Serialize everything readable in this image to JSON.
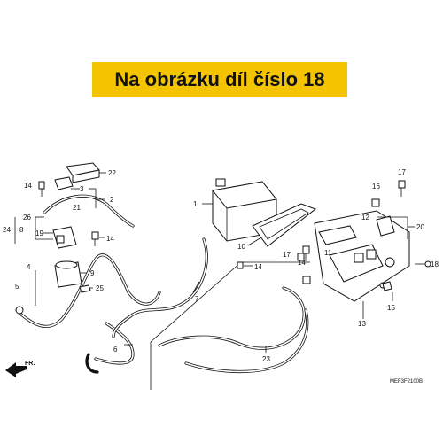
{
  "banner": {
    "text": "Na obrázku díl číslo 18",
    "color": "#f5c400"
  },
  "diagram": {
    "code": "MEF3F2100B",
    "direction": "FR.",
    "callouts": [
      "1",
      "2",
      "3",
      "4",
      "5",
      "6",
      "7",
      "8",
      "9",
      "10",
      "11",
      "12",
      "13",
      "14",
      "14",
      "14",
      "14",
      "15",
      "16",
      "17",
      "17",
      "18",
      "19",
      "20",
      "21",
      "22",
      "23",
      "24",
      "25",
      "26"
    ]
  }
}
